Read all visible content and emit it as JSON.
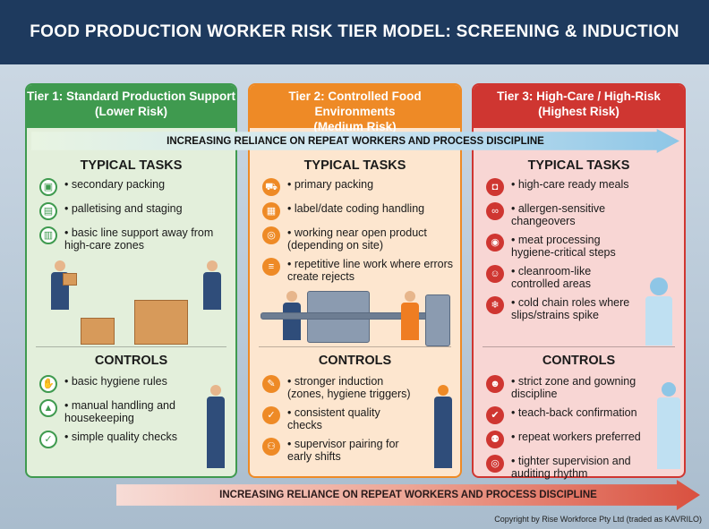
{
  "title": "FOOD PRODUCTION WORKER RISK TIER MODEL: SCREENING & INDUCTION",
  "arrow_label": "INCREASING RELIANCE ON REPEAT WORKERS AND PROCESS DISCIPLINE",
  "tasks_heading": "TYPICAL TASKS",
  "controls_heading": "CONTROLS",
  "colors": {
    "tier1": "#3f9a4f",
    "tier2": "#ee8a26",
    "tier3": "#cf3631",
    "title_bar": "#1e3a5e"
  },
  "tiers": [
    {
      "title": "Tier 1: Standard Production Support",
      "subtitle": "(Lower Risk)",
      "tasks": [
        {
          "icon": "box-icon",
          "text": "secondary packing"
        },
        {
          "icon": "pallet-icon",
          "text": "palletising and staging"
        },
        {
          "icon": "conveyor-icon",
          "text": "basic line support away from high-care zones"
        }
      ],
      "controls": [
        {
          "icon": "handwash-icon",
          "text": "basic hygiene rules"
        },
        {
          "icon": "lifting-icon",
          "text": "manual handling and housekeeping"
        },
        {
          "icon": "check-icon",
          "text": "simple quality checks"
        }
      ]
    },
    {
      "title": "Tier 2: Controlled Food Environments",
      "subtitle": "(Medium Risk)",
      "tasks": [
        {
          "icon": "cart-icon",
          "text": "primary packing"
        },
        {
          "icon": "label-icon",
          "text": "label/date coding handling"
        },
        {
          "icon": "product-icon",
          "text": "working near open product (depending on site)"
        },
        {
          "icon": "line-icon",
          "text": "repetitive line work where errors create rejects"
        }
      ],
      "controls": [
        {
          "icon": "clipboard-icon",
          "text": "stronger induction (zones, hygiene triggers)"
        },
        {
          "icon": "check-icon",
          "text": "consistent quality checks"
        },
        {
          "icon": "pairing-icon",
          "text": "supervisor pairing for early shifts"
        }
      ]
    },
    {
      "title": "Tier 3: High-Care / High-Risk",
      "subtitle": "(Highest Risk)",
      "tasks": [
        {
          "icon": "meal-icon",
          "text": "high-care ready meals"
        },
        {
          "icon": "allergen-icon",
          "text": "allergen-sensitive changeovers"
        },
        {
          "icon": "meat-icon",
          "text": "meat processing hygiene-critical steps"
        },
        {
          "icon": "cleanroom-icon",
          "text": "cleanroom-like controlled areas"
        },
        {
          "icon": "snowflake-icon",
          "text": "cold chain roles where slips/strains spike"
        }
      ],
      "controls": [
        {
          "icon": "gowning-icon",
          "text": "strict zone and gowning discipline"
        },
        {
          "icon": "confirm-icon",
          "text": "teach-back confirmation"
        },
        {
          "icon": "team-icon",
          "text": "repeat workers preferred"
        },
        {
          "icon": "target-icon",
          "text": "tighter supervision and auditing rhythm"
        }
      ]
    }
  ],
  "copyright": "Copyright by Rise Workforce Pty Ltd (traded as KAVRILO)"
}
